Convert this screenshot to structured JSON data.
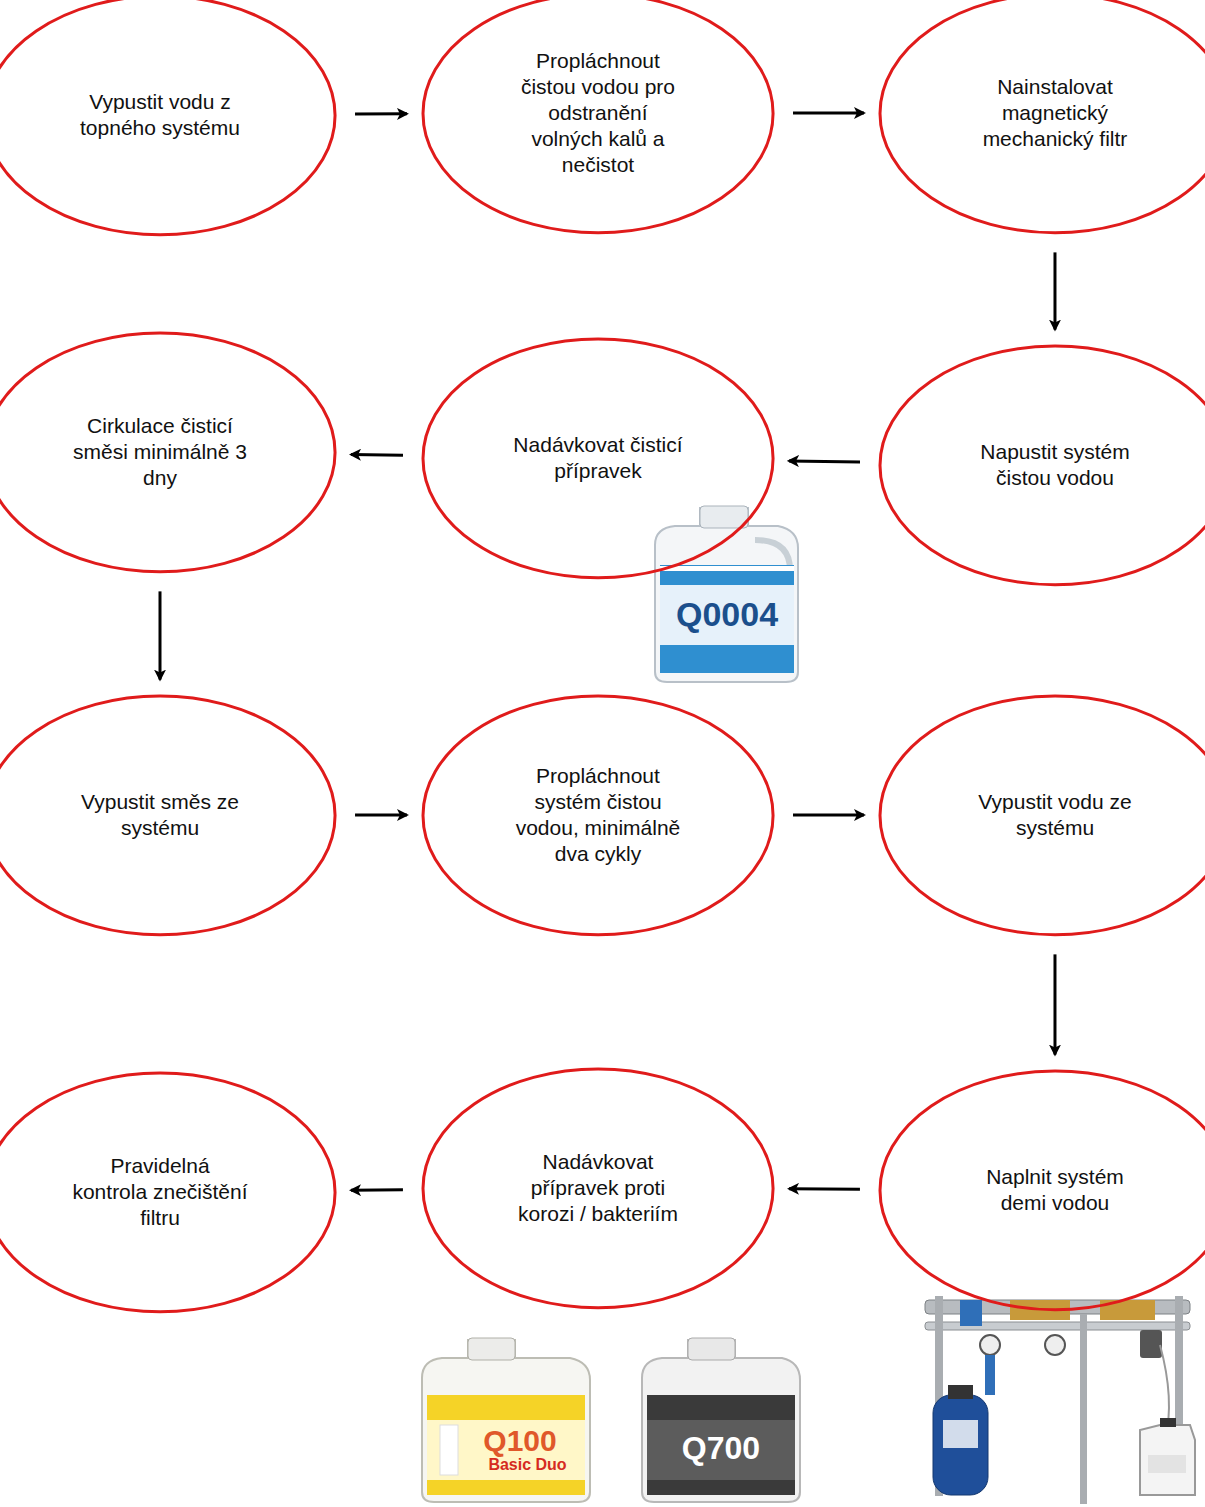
{
  "diagram": {
    "nodes": [
      {
        "text": [
          "Vypustit vodu z topného systému"
        ]
      },
      {
        "text": [
          "Propláchnout čistou vodou pro odstranění volných kalů a nečistot"
        ]
      },
      {
        "text": [
          "Nainstalovat magnetický mechanický filtr"
        ]
      },
      {
        "text": [
          "Napustit systém čistou vodou"
        ]
      },
      {
        "text": [
          "Nadávkovat čisticí přípravek"
        ]
      },
      {
        "text": [
          "Cirkulace čisticí směsi minimálně 3 dny"
        ]
      },
      {
        "text": [
          "Vypustit směs ze systému"
        ]
      },
      {
        "text": [
          "Propláchnout systém čistou vodou, minimálně dva cykly"
        ]
      },
      {
        "text": [
          "Vypustit vodu ze systému"
        ]
      },
      {
        "text": [
          "Naplnit systém demi vodou"
        ]
      },
      {
        "text": [
          "Nadávkovat přípravek proti korozi / bakteriím"
        ]
      },
      {
        "text": [
          "Pravidelná kontrola znečištění filtru"
        ]
      }
    ],
    "edges": [
      {
        "from": 0,
        "to": 1,
        "arrow": "to"
      },
      {
        "from": 1,
        "to": 2,
        "arrow": "to"
      },
      {
        "from": 2,
        "to": 3,
        "arrow": "to"
      },
      {
        "from": 3,
        "to": 4,
        "arrow": "to"
      },
      {
        "from": 4,
        "to": 5,
        "arrow": "to"
      },
      {
        "from": 5,
        "to": 6,
        "arrow": "to"
      },
      {
        "from": 6,
        "to": 7,
        "arrow": "to"
      },
      {
        "from": 7,
        "to": 8,
        "arrow": "to"
      },
      {
        "from": 8,
        "to": 9,
        "arrow": "to"
      },
      {
        "from": 9,
        "to": 10,
        "arrow": "to"
      },
      {
        "from": 10,
        "to": 11,
        "arrow": "to"
      }
    ],
    "labels": [
      "Q0004",
      "Q100",
      "Basic Duo",
      "Q700"
    ]
  }
}
